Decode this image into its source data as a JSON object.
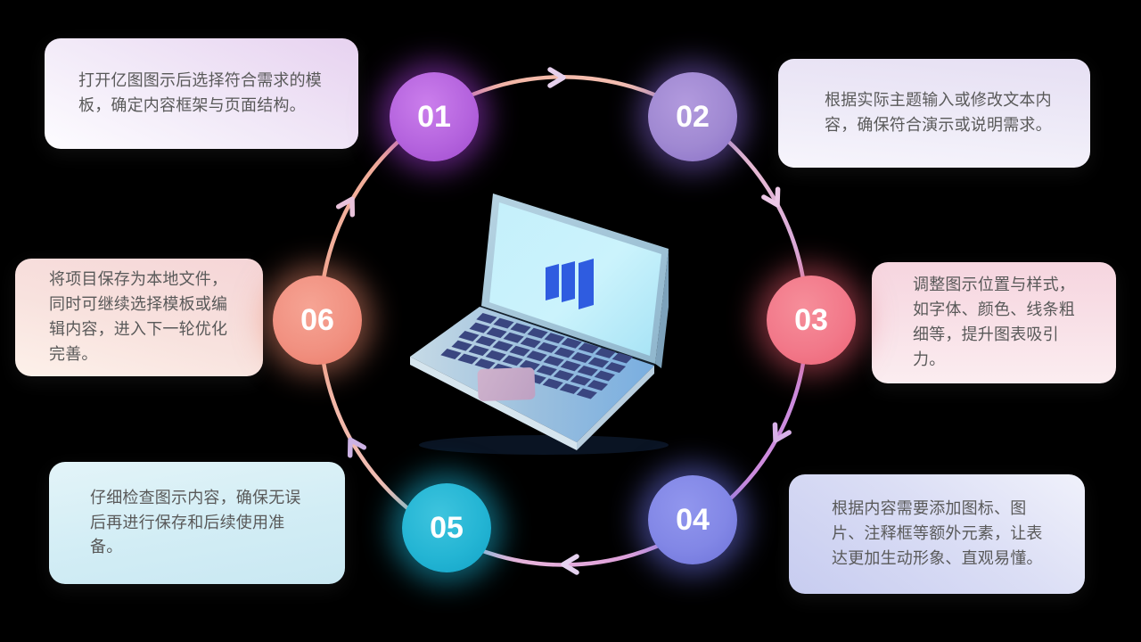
{
  "canvas": {
    "background": "#000000"
  },
  "diagram_type": "six-step-cycle",
  "center_icon": "laptop-bar-chart-illustration",
  "steps": [
    {
      "number": "01",
      "description": "打开亿图图示后选择符合需求的模板，确定内容框架与页面结构。",
      "circle_color": "#b564de",
      "glow_color": "#9e3ad0",
      "card_gradient": [
        "#e7d2f0",
        "#fdfcff"
      ]
    },
    {
      "number": "02",
      "description": "根据实际主题输入或修改文本内容，确保符合演示或说明需求。",
      "circle_color": "#a089d2",
      "glow_color": "#7a5cc6",
      "card_gradient": [
        "#e6dff3",
        "#f7f5fc"
      ]
    },
    {
      "number": "03",
      "description": "调整图示位置与样式，如字体、颜色、线条粗细等，提升图表吸引力。",
      "circle_color": "#f2798a",
      "glow_color": "#ec5a6e",
      "card_gradient": [
        "#f6d5df",
        "#fbedf0"
      ]
    },
    {
      "number": "04",
      "description": "根据内容需要添加图标、图片、注释框等额外元素，让表达更加生动形象、直观易懂。",
      "circle_color": "#8287e6",
      "glow_color": "#6a70e2",
      "card_gradient": [
        "#f0f1fb",
        "#c7ccf0"
      ]
    },
    {
      "number": "05",
      "description": "仔细检查图示内容，确保无误后再进行保存和后续使用准备。",
      "circle_color": "#24b5d4",
      "glow_color": "#1cb2d4",
      "card_gradient": [
        "#e3f4f8",
        "#c9e8f2"
      ]
    },
    {
      "number": "06",
      "description": "将项目保存为本地文件，同时可继续选择模板或编辑内容，进入下一轮优化完善。",
      "circle_color": "#f19181",
      "glow_color": "#f08c70",
      "card_gradient": [
        "#f5d5d7",
        "#fdf1ea"
      ]
    }
  ],
  "ring": {
    "direction": "clockwise",
    "arrow_color": "#e0cbee",
    "segment_colors": [
      [
        "#f3b3a0",
        "#f4c2b6"
      ],
      [
        "#f2c6cc",
        "#cfa0e0"
      ],
      [
        "#c98be0",
        "#d18ddc"
      ],
      [
        "#da96da",
        "#eec2dc"
      ],
      [
        "#f0c2bc",
        "#f3b29e"
      ],
      [
        "#f3b29e",
        "#f1ab97"
      ]
    ]
  }
}
